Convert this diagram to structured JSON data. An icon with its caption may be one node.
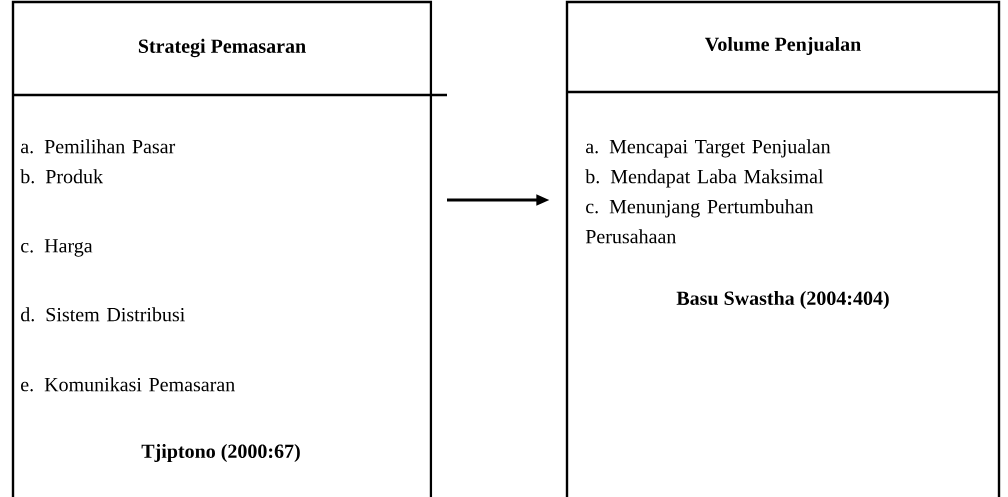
{
  "diagram": {
    "nodes": [
      {
        "text": [
          "Strategi Pemasaran",
          "a. Pemilihan Pasar",
          "b. Produk",
          "c. Harga",
          "d. Sistem Distribusi",
          "e. Komunikasi Pemasaran",
          "Tjiptono (2000:67)"
        ]
      },
      {
        "text": [
          "Volume Penjualan",
          "a. Mencapai Target Penjualan",
          "b. Mendapat Laba Maksimal",
          "c. Menunjang Pertumbuhan Perusahaan",
          "Basu Swastha (2004:404)"
        ]
      }
    ],
    "edges": [
      {
        "from": 0,
        "to": 1,
        "arrow": "to"
      }
    ]
  }
}
